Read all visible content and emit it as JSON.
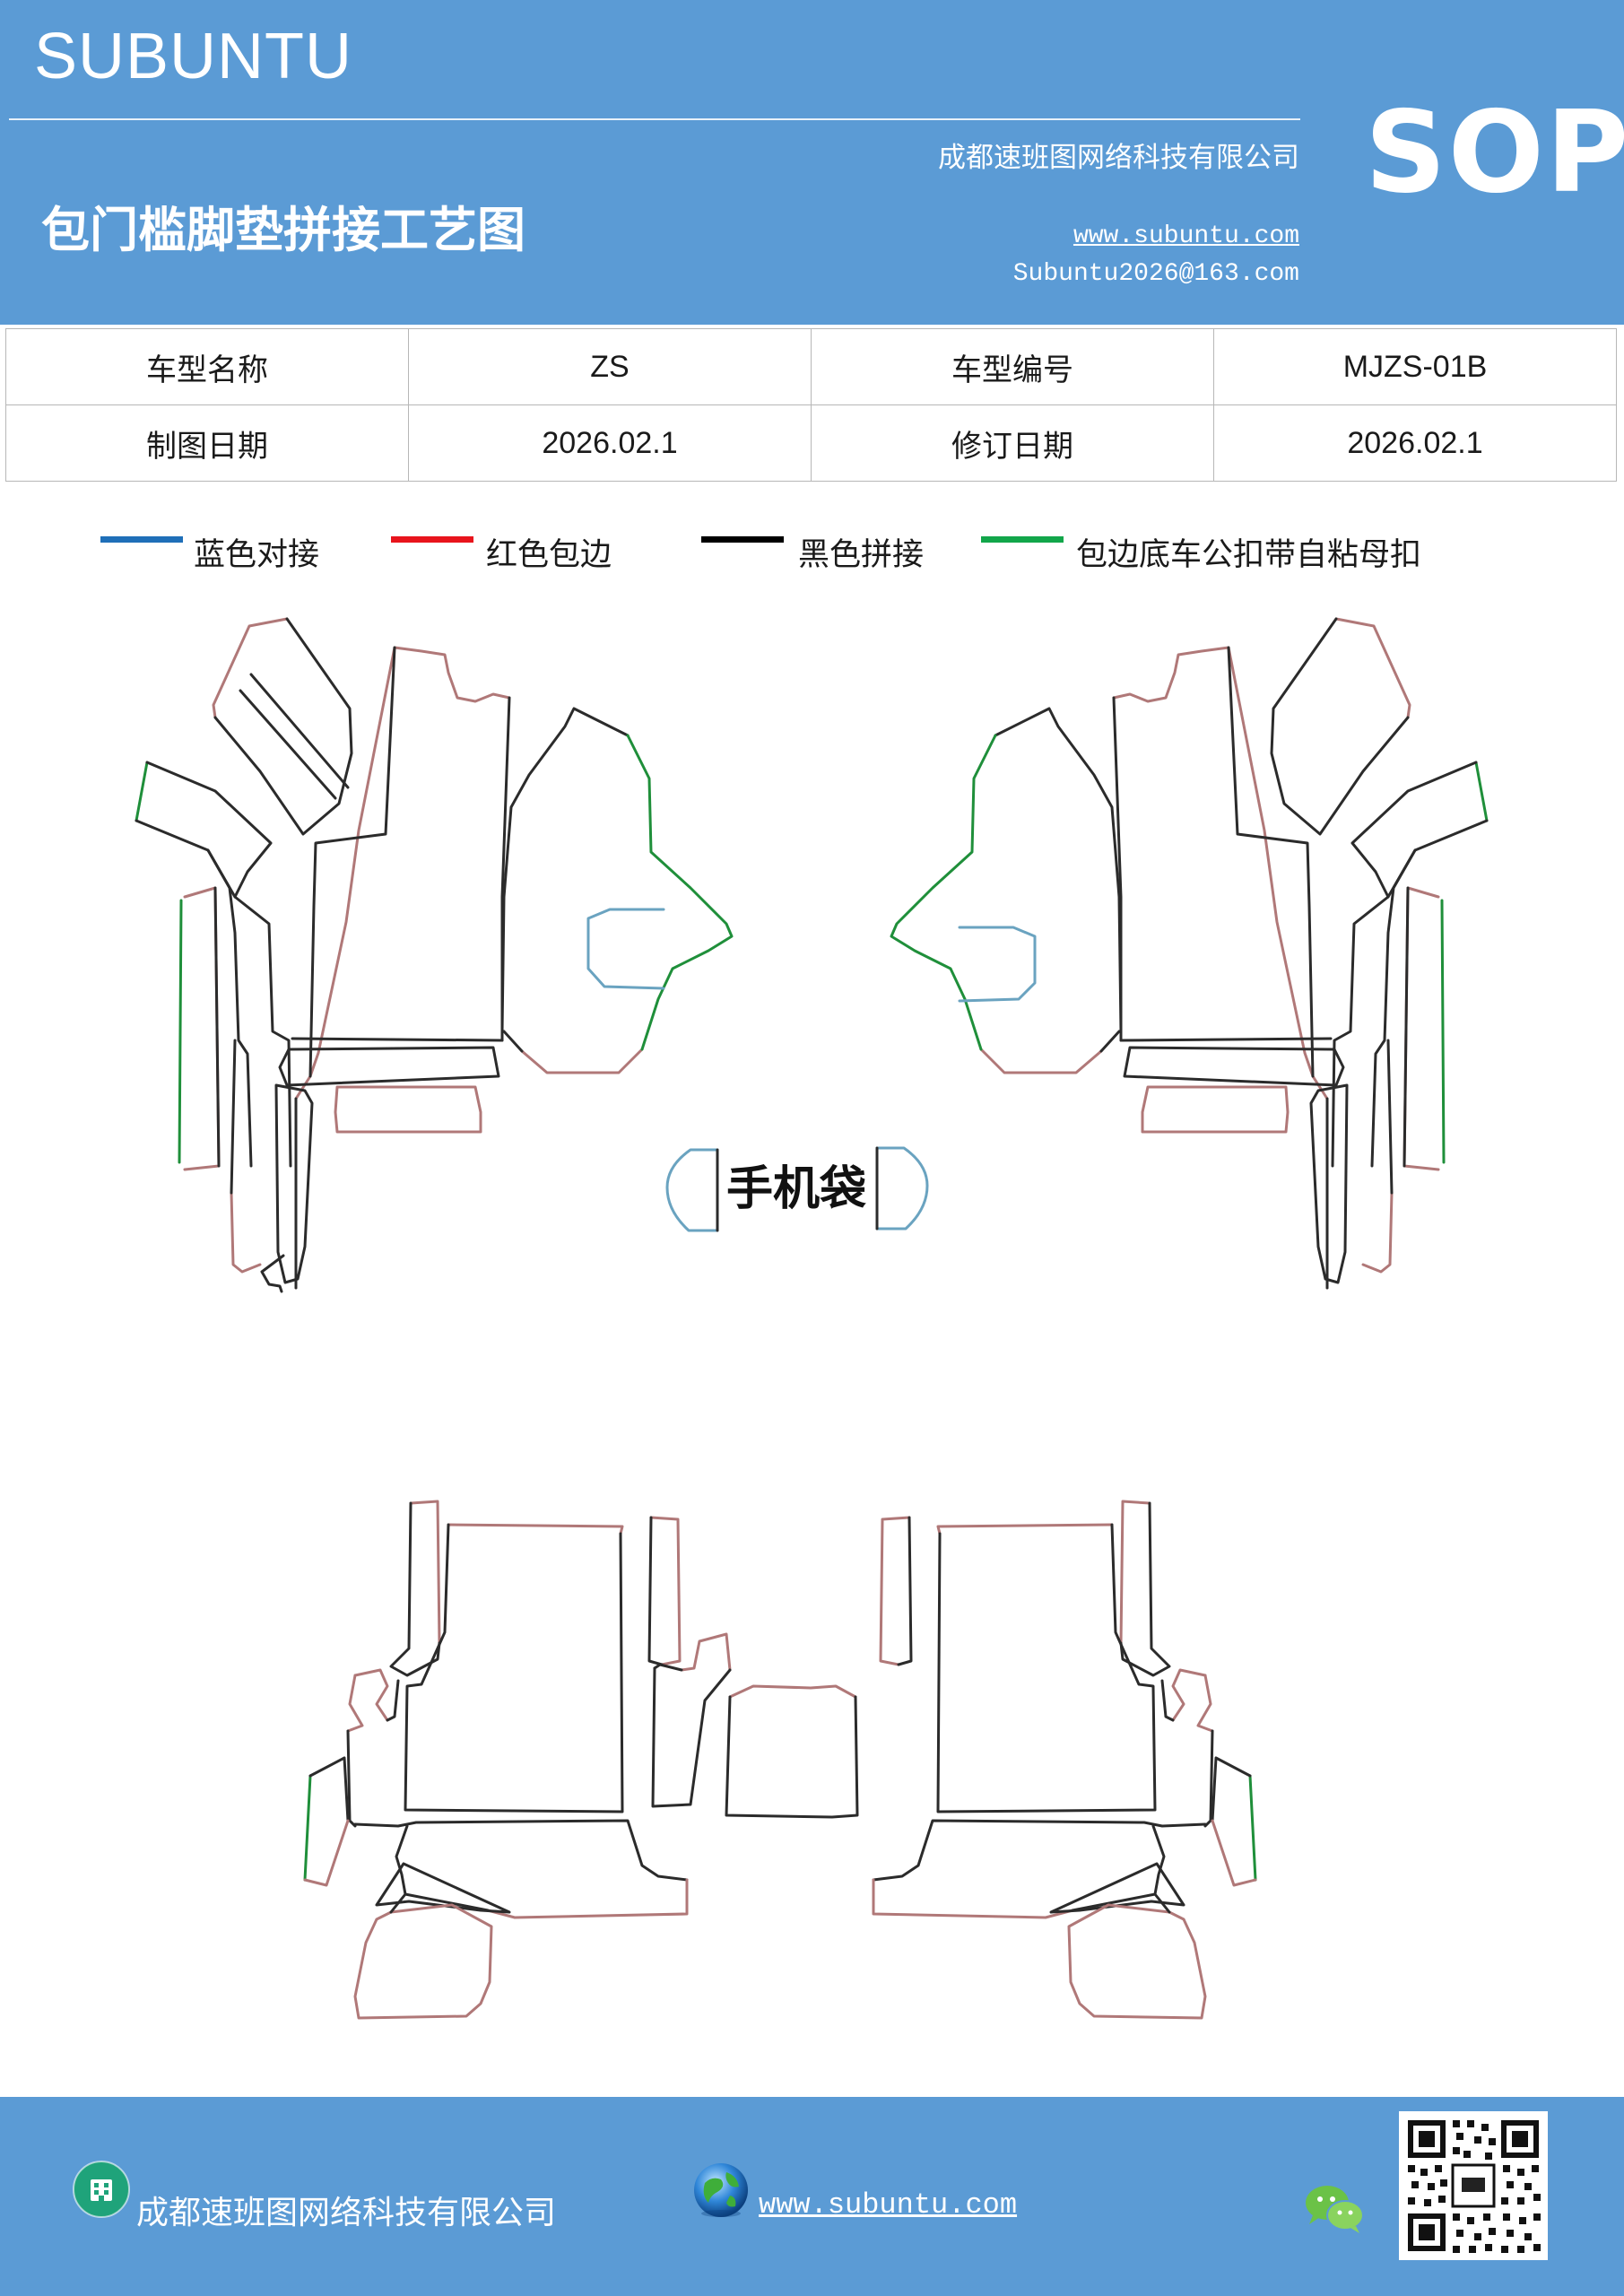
{
  "header": {
    "brand": "SUBUNTU",
    "doc_title": "包门槛脚垫拼接工艺图",
    "company": "成都速班图网络科技有限公司",
    "website": "www.subuntu.com",
    "email": "Subuntu2026@163.com",
    "badge": "SOP"
  },
  "info_table": {
    "rows": [
      [
        "车型名称",
        "ZS",
        "车型编号",
        "MJZS-01B"
      ],
      [
        "制图日期",
        "2026.02.1",
        "修订日期",
        "2026.02.1"
      ]
    ]
  },
  "legend": [
    {
      "label": "蓝色对接",
      "color": "#1f6fb8"
    },
    {
      "label": "红色包边",
      "color": "#e8141c"
    },
    {
      "label": "黑色拼接",
      "color": "#000000"
    },
    {
      "label": "包边底车公扣带自粘母扣",
      "color": "#12a64a"
    }
  ],
  "drawing": {
    "phone_bag_label": "手机袋",
    "line_colors": {
      "seam": "#2b2b2b",
      "edge": "#b07878",
      "fastener": "#1f8f3a",
      "butt_joint": "#6aa3c0"
    }
  },
  "footer": {
    "company": "成都速班图网络科技有限公司",
    "website": "www.subuntu.com",
    "icons": [
      "building-icon",
      "globe-icon",
      "wechat-icon",
      "qr-code"
    ]
  }
}
